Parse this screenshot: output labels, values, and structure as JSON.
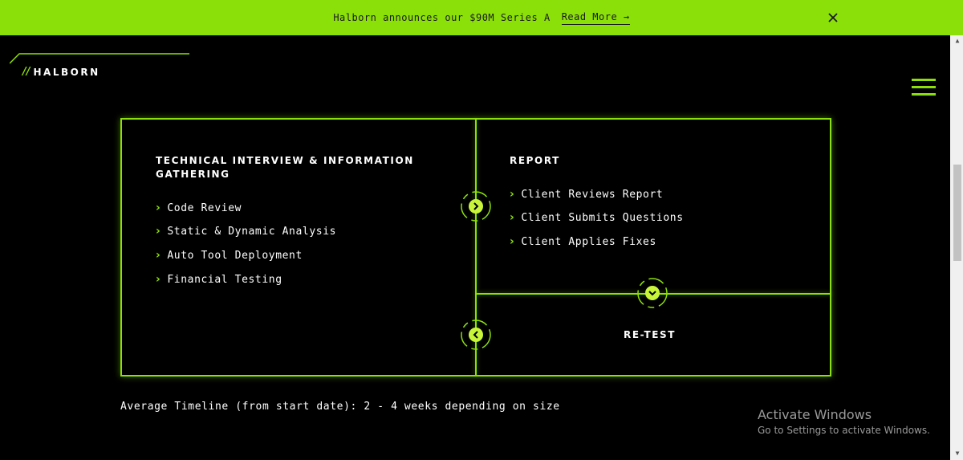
{
  "announcement": {
    "text": "Halborn announces our $90M Series A",
    "link_label": "Read More →"
  },
  "header": {
    "logo_slashes": "//",
    "logo_text": "HALBORN"
  },
  "process": {
    "left": {
      "heading_line1": "TECHNICAL INTERVIEW & INFORMATION",
      "heading_line2": "GATHERING",
      "items": [
        "Code Review",
        "Static & Dynamic Analysis",
        "Auto Tool Deployment",
        "Financial Testing"
      ]
    },
    "report": {
      "heading": "REPORT",
      "items": [
        "Client Reviews Report",
        "Client Submits Questions",
        "Client Applies Fixes"
      ]
    },
    "retest": {
      "heading": "RE-TEST"
    },
    "chevron_glyph": "›"
  },
  "timeline": "Average Timeline (from start date): 2 - 4 weeks depending on size",
  "watermark": {
    "title": "Activate Windows",
    "subtitle": "Go to Settings to activate Windows."
  },
  "colors": {
    "accent": "#8ce00a",
    "background": "#000000"
  },
  "icons": [
    "close-icon",
    "hamburger-menu-icon",
    "chevron-right-icon",
    "chevron-down-icon",
    "chevron-left-icon"
  ]
}
